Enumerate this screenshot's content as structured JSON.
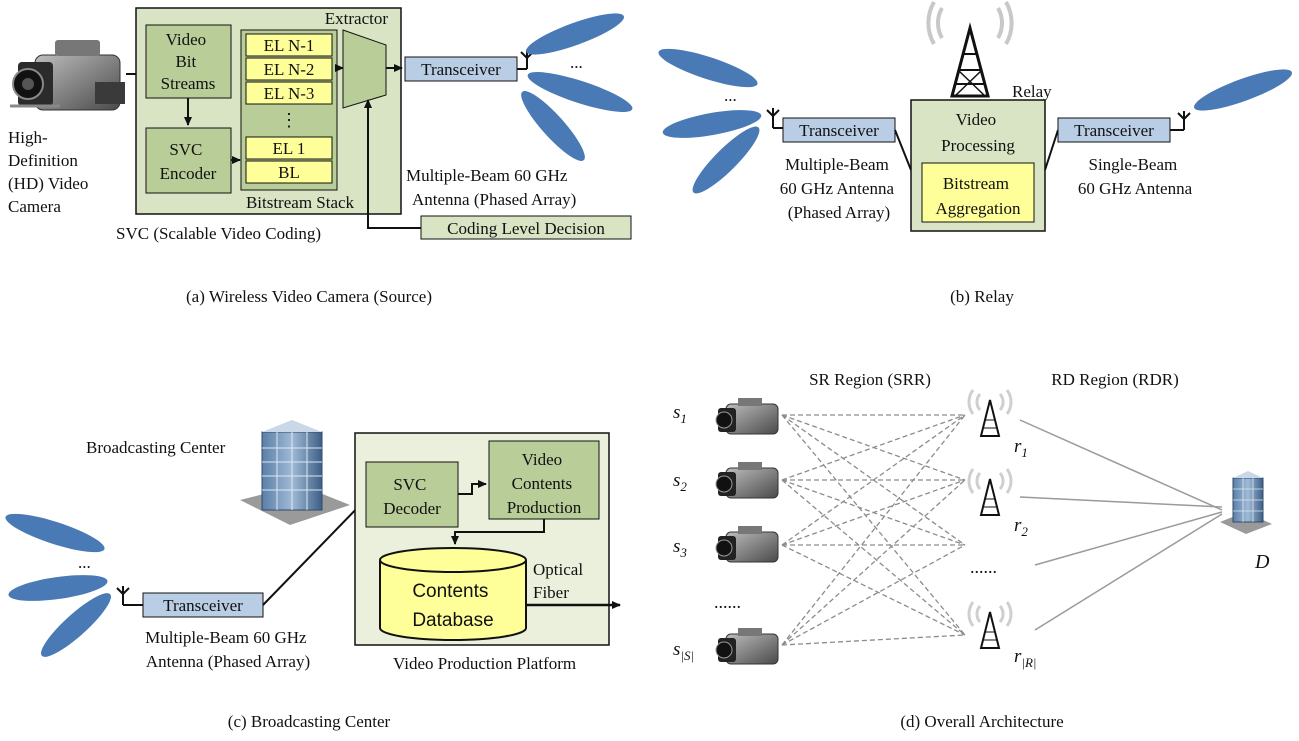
{
  "panel_a": {
    "caption": "(a) Wireless Video Camera (Source)",
    "camera_label": [
      "High-",
      "Definition",
      "(HD) Video",
      "Camera"
    ],
    "video_bit_streams": [
      "Video",
      "Bit",
      "Streams"
    ],
    "svc_encoder": [
      "SVC",
      "Encoder"
    ],
    "extractor": "Extractor",
    "stack_items": [
      "EL N-1",
      "EL N-2",
      "EL N-3",
      "⋮",
      "EL 1",
      "BL"
    ],
    "bitstream_stack": "Bitstream Stack",
    "transceiver": "Transceiver",
    "dots": "...",
    "antenna_label": [
      "Multiple-Beam 60 GHz",
      "Antenna (Phased Array)"
    ],
    "coding_level_decision": "Coding Level Decision",
    "svc_label": "SVC (Scalable Video Coding)"
  },
  "panel_b": {
    "caption": "(b) Relay",
    "relay": "Relay",
    "dots": "...",
    "transceiver_left": "Transceiver",
    "transceiver_right": "Transceiver",
    "video_processing": [
      "Video",
      "Processing"
    ],
    "bitstream_aggregation": [
      "Bitstream",
      "Aggregation"
    ],
    "left_antenna_label": [
      "Multiple-Beam",
      "60 GHz Antenna",
      "(Phased Array)"
    ],
    "right_antenna_label": [
      "Single-Beam",
      "60 GHz Antenna"
    ]
  },
  "panel_c": {
    "caption": "(c) Broadcasting Center",
    "broadcasting_center": "Broadcasting Center",
    "dots": "...",
    "transceiver": "Transceiver",
    "antenna_label": [
      "Multiple-Beam 60 GHz",
      "Antenna (Phased Array)"
    ],
    "svc_decoder": [
      "SVC",
      "Decoder"
    ],
    "video_contents_production": [
      "Video",
      "Contents",
      "Production"
    ],
    "contents_database": [
      "Contents",
      "Database"
    ],
    "optical_fiber": [
      "Optical",
      "Fiber"
    ],
    "platform_label": "Video Production Platform"
  },
  "panel_d": {
    "caption": "(d) Overall Architecture",
    "srr_label": "SR Region (SRR)",
    "rdr_label": "RD Region (RDR)",
    "sources": [
      {
        "base": "s",
        "sub": "1"
      },
      {
        "base": "s",
        "sub": "2"
      },
      {
        "base": "s",
        "sub": "3"
      },
      {
        "base": "s",
        "sub": "|S|"
      }
    ],
    "relays": [
      {
        "base": "r",
        "sub": "1"
      },
      {
        "base": "r",
        "sub": "2"
      },
      {
        "base": "r",
        "sub": "|R|"
      }
    ],
    "source_dots": "......",
    "relay_dots": "......",
    "destination": "D"
  },
  "colors": {
    "green_box": "#d9e4c4",
    "green_block": "#b8cd98",
    "yellow_block": "#ffff99",
    "blue_box": "#b9cde5",
    "beam_blue": "#4a7ab5",
    "platform_bg": "#eaf0dc"
  }
}
